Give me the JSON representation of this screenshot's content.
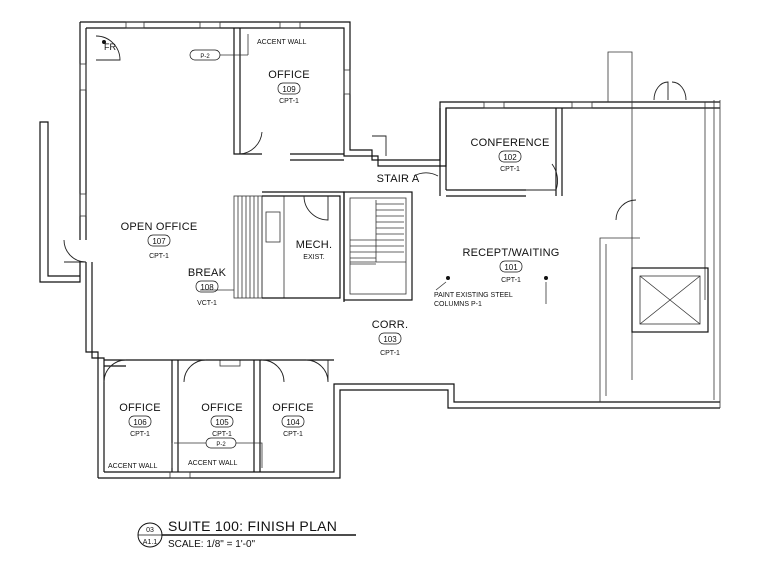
{
  "plan": {
    "title": "SUITE 100: FINISH PLAN",
    "scale": "SCALE: 1/8\" = 1'-0\"",
    "drawing_number": "03",
    "sheet": "A1.1"
  },
  "rooms": {
    "open_office": {
      "name": "OPEN OFFICE",
      "number": "107",
      "finish": "CPT-1"
    },
    "office_109": {
      "name": "OFFICE",
      "number": "109",
      "finish": "CPT-1"
    },
    "conference": {
      "name": "CONFERENCE",
      "number": "102",
      "finish": "CPT-1"
    },
    "break": {
      "name": "BREAK",
      "number": "108",
      "finish": "VCT-1"
    },
    "mech": {
      "name": "MECH.",
      "sub": "EXIST."
    },
    "recept": {
      "name": "RECEPT/WAITING",
      "number": "101",
      "finish": "CPT-1"
    },
    "corr": {
      "name": "CORR.",
      "number": "103",
      "finish": "CPT-1"
    },
    "office_106": {
      "name": "OFFICE",
      "number": "106",
      "finish": "CPT-1"
    },
    "office_105": {
      "name": "OFFICE",
      "number": "105",
      "finish": "CPT-1"
    },
    "office_104": {
      "name": "OFFICE",
      "number": "104",
      "finish": "CPT-1"
    }
  },
  "labels": {
    "stair": "STAIR A",
    "fr": "FR",
    "accent_wall_top": "ACCENT WALL",
    "accent_wall_left": "ACCENT WALL",
    "accent_wall_mid": "ACCENT WALL",
    "paint_tag_top": "P-2",
    "paint_tag_bottom": "P-2",
    "note_line1": "PAINT EXISTING STEEL",
    "note_line2": "COLUMNS P-1"
  }
}
